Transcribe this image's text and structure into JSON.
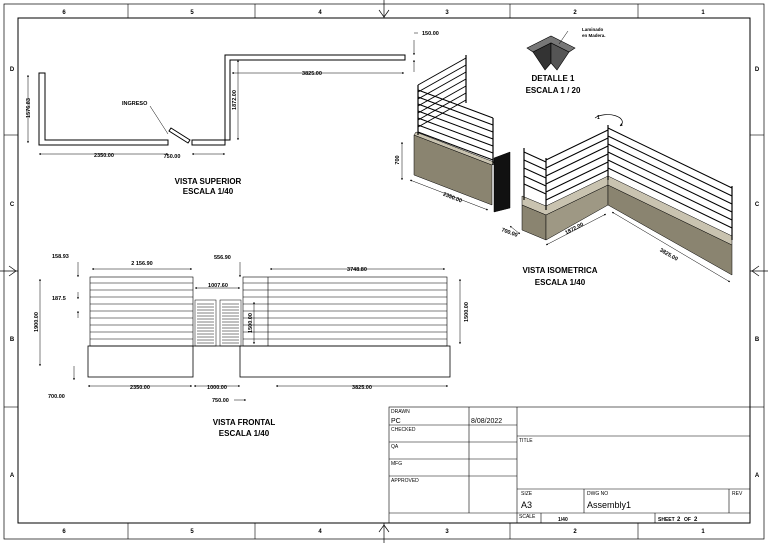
{
  "border": {
    "columns": [
      "6",
      "5",
      "4",
      "3",
      "2",
      "1"
    ],
    "rows": [
      "D",
      "C",
      "B",
      "A"
    ]
  },
  "top_view": {
    "title": "VISTA SUPERIOR",
    "scale": "ESCALA 1/40",
    "label_ingreso": "INGRESO",
    "dims": {
      "d1576": "1576.83",
      "d2350": "2350.00",
      "d750": "750.00",
      "d1872": "1872.00",
      "d3825": "3825.00",
      "d150": "150.00"
    }
  },
  "front_view": {
    "title": "VISTA FRONTAL",
    "scale": "ESCALA 1/40",
    "dims": {
      "d158": "158.93",
      "d2156": "2 156.90",
      "d556": "556.90",
      "d3748": "3748.80",
      "d1007": "1007.60",
      "d187": "187.5",
      "d1900": "1900.00",
      "d1500": "1500.00",
      "d1500b": "1500.00",
      "d2350": "2350.00",
      "d1000": "1000.00",
      "d3825": "3825.00",
      "d700": "700.00",
      "d750": "750.00"
    }
  },
  "detail": {
    "title": "DETALLE  1",
    "scale": "ESCALA 1 / 20",
    "note_line1": "Laminado",
    "note_line2": "en Madera.",
    "callout": "1"
  },
  "iso_view": {
    "title": "VISTA ISOMETRICA",
    "scale": "ESCALA 1/40",
    "dims": {
      "d700a": "700",
      "d2350": "2350.00",
      "d700b": "700.00",
      "d1872": "1872.00",
      "d3825": "3825.00"
    }
  },
  "title_block": {
    "drawn_label": "DRAWN",
    "drawn_value": "PC",
    "date": "8/08/2022",
    "checked_label": "CHECKED",
    "qa_label": "QA",
    "mfg_label": "MFG",
    "approved_label": "APPROVED",
    "title_label": "TITLE",
    "size_label": "SIZE",
    "size_value": "A3",
    "dwg_label": "DWG NO",
    "dwg_value": "Assembly1",
    "rev_label": "REV",
    "scale_label": "SCALE",
    "scale_value": "1/40",
    "sheet_label": "SHEET",
    "sheet_num": "2",
    "sheet_of": "OF",
    "sheet_total": "2"
  }
}
